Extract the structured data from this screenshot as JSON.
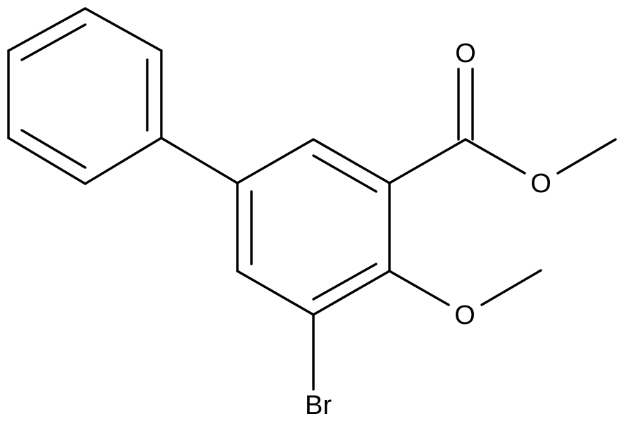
{
  "molecule": {
    "atom_labels": {
      "carbonyl_oxygen": "O",
      "ester_oxygen": "O",
      "methoxy_oxygen": "O",
      "bromine": "Br"
    }
  },
  "colors": {
    "bond": "#000000",
    "label": "#000000",
    "background": "#ffffff"
  }
}
